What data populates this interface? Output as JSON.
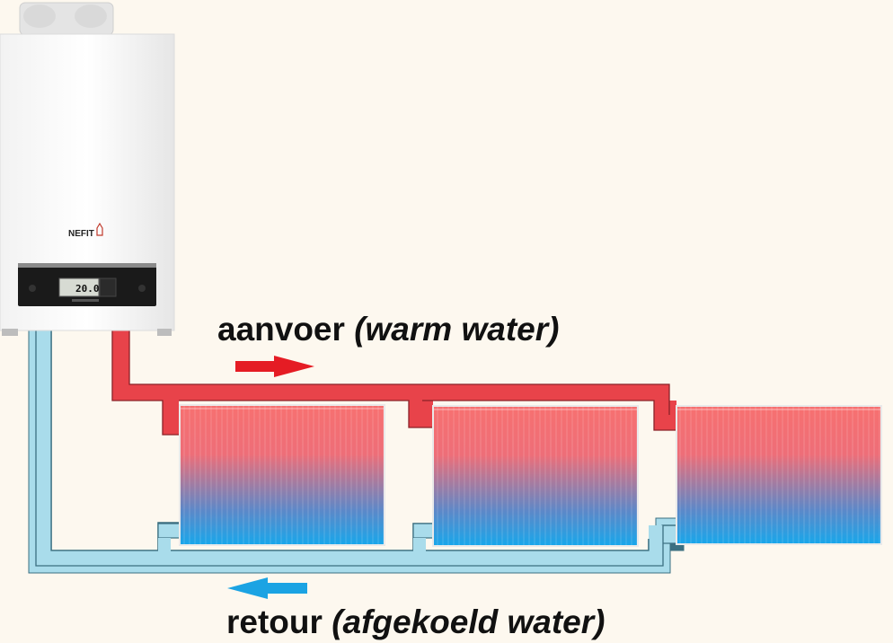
{
  "boiler": {
    "brand": "NEFIT",
    "display_value": "20.0°"
  },
  "supply": {
    "label_main": "aanvoer",
    "label_detail": "(warm water)",
    "color": "#e8434a"
  },
  "return": {
    "label_main": "retour",
    "label_detail": "(afgekoeld water)",
    "color": "#a9dceb"
  },
  "radiators": [
    {
      "name": "radiator-1"
    },
    {
      "name": "radiator-2"
    },
    {
      "name": "radiator-3"
    }
  ],
  "colors": {
    "radiator_top": "#f77070",
    "radiator_bottom": "#17a7eb",
    "arrow_supply": "#e51c24",
    "arrow_return": "#1ba3e3",
    "background": "#fdf8ef"
  }
}
